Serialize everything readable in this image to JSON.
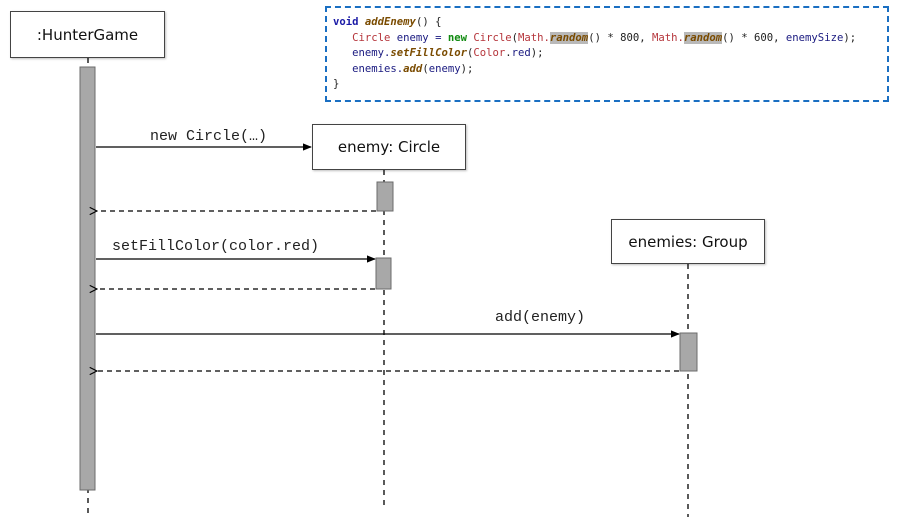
{
  "lifelines": {
    "hunter_game": ":HunterGame",
    "enemy": "enemy: Circle",
    "enemies": "enemies: Group"
  },
  "messages": {
    "new_circle": "new Circle(…)",
    "set_fill_color": "setFillColor(color.red)",
    "add_enemy": "add(enemy)"
  },
  "code": {
    "line1": {
      "kw": "void",
      "method": "addEnemy",
      "rest": "() {"
    },
    "line2": {
      "type1": "Circle",
      "var": " enemy = ",
      "kw": "new",
      "type2": " Circle",
      "p1": "(",
      "math1": "Math.",
      "random1": "random",
      "p2": "() * 800, ",
      "math2": "Math.",
      "random2": "random",
      "p3": "() * 600, ",
      "size": "enemySize",
      "p4": ");"
    },
    "line3": {
      "var": "enemy.",
      "method": "setFillColor",
      "p1": "(",
      "color": "Color",
      "p2": ".",
      "red": "red",
      "p3": ");"
    },
    "line4": {
      "var": "enemies.",
      "method": "add",
      "p1": "(",
      "arg": "enemy",
      "p2": ");"
    },
    "line5": "}"
  },
  "colors": {
    "activation_fill": "#a8a8a8",
    "code_border": "#1a6fc2",
    "line": "#000000"
  }
}
